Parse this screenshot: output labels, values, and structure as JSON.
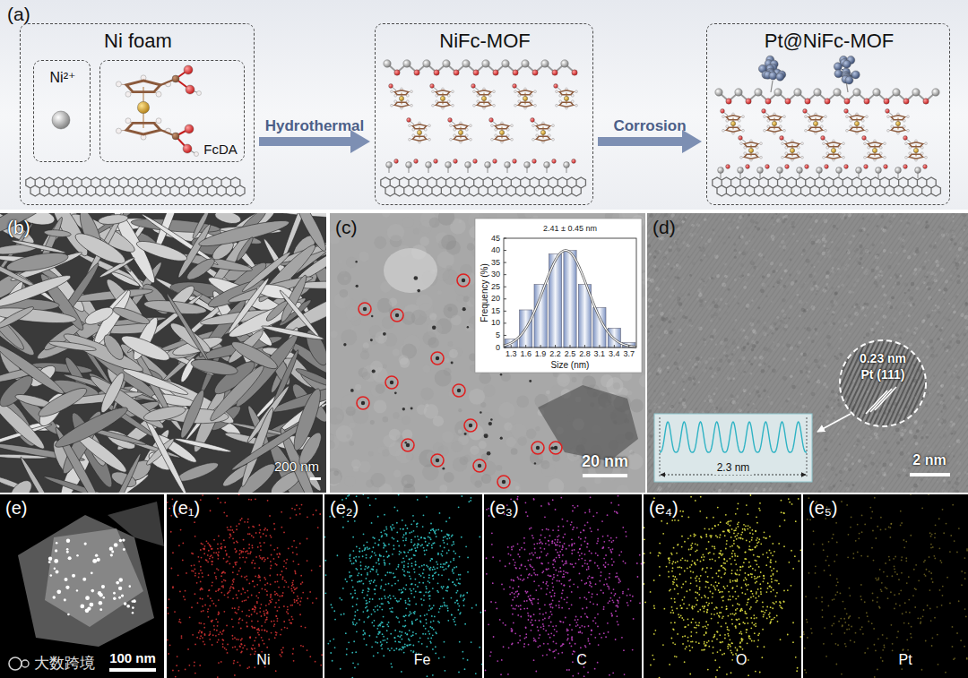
{
  "diagram": {
    "nodes": [
      {
        "text": [
          "(a)"
        ]
      },
      {
        "text": [
          "Ni foam"
        ],
        "in": 0
      },
      {
        "text": [
          "Ni²⁺"
        ],
        "in": 1
      },
      {
        "text": [
          "FcDA"
        ],
        "in": 1
      },
      {
        "text": [
          "NiFc-MOF"
        ],
        "in": 0
      },
      {
        "text": [
          "Pt@NiFc-MOF"
        ],
        "in": 0
      },
      {
        "text": [
          "(b)",
          "200 nm"
        ]
      },
      {
        "text": [
          "(c)",
          "20 nm"
        ]
      },
      {
        "text": [
          "2.41 ± 0.45 nm",
          "Frequency (%)",
          "Size (nm)"
        ],
        "in": 7
      },
      {
        "text": [
          "(d)",
          "0.23 nm",
          "Pt (111)",
          "2 nm"
        ]
      },
      {
        "text": [
          "2.3 nm"
        ],
        "in": 9
      },
      {
        "text": [
          "(e)",
          "100 nm"
        ]
      },
      {
        "text": [
          "(e₁)",
          "Ni"
        ]
      },
      {
        "text": [
          "(e₂)",
          "Fe"
        ]
      },
      {
        "text": [
          "(e₃)",
          "C"
        ]
      },
      {
        "text": [
          "(e₄)",
          "O"
        ]
      },
      {
        "text": [
          "(e₅)",
          "Pt"
        ]
      }
    ],
    "edges": [
      {
        "from": 1,
        "to": 4,
        "arrow": "to",
        "label": "Hydrothermal"
      },
      {
        "from": 4,
        "to": 5,
        "arrow": "to",
        "label": "Corrosion"
      }
    ],
    "labels": [
      "0",
      "5",
      "10",
      "15",
      "20",
      "25",
      "30",
      "35",
      "40",
      "45",
      "1.3",
      "1.6",
      "1.9",
      "2.2",
      "2.5",
      "2.8",
      "3.1",
      "3.4",
      "3.7",
      "大数跨境"
    ]
  }
}
